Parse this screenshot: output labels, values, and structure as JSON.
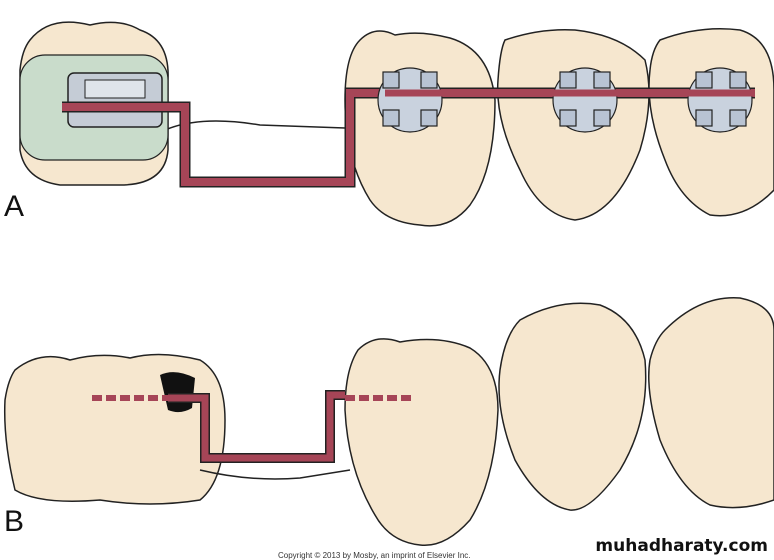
{
  "labels": {
    "a": "A",
    "b": "B"
  },
  "copyright": "Copyright © 2013 by Mosby, an imprint of Elsevier Inc.",
  "watermark": "muhadharaty.com",
  "colors": {
    "tooth": "#f6e7cf",
    "band": "#c9dccb",
    "wire": "#a64557",
    "bracket": "#b8c3d3",
    "outline": "#222222"
  }
}
